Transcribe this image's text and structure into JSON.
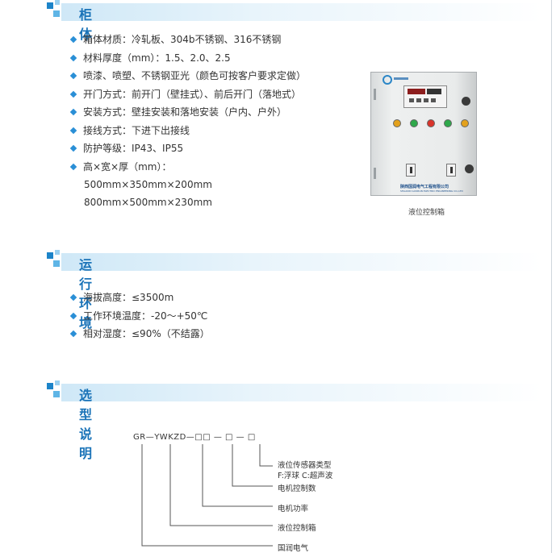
{
  "sections": {
    "cabinet": {
      "title": "柜 体",
      "items": [
        "箱体材质：冷轧板、304b不锈钢、316不锈钢",
        "材料厚度（mm）：1.5、2.0、2.5",
        "喷漆、喷塑、不锈钢亚光（颜色可按客户要求定做）",
        "开门方式：前开门（壁挂式）、前后开门（落地式）",
        "安装方式：壁挂安装和落地安装（户内、户外）",
        "接线方式：下进下出接线",
        "防护等级：IP43、IP55",
        "高×宽×厚（mm）："
      ],
      "dimensions": [
        "500mm×350mm×200mm",
        "800mm×500mm×230mm"
      ]
    },
    "environment": {
      "title": "运行环境",
      "items": [
        "海拔高度：≤3500m",
        "工作环境温度：-20～+50℃",
        "相对湿度：≤90%（不结露）"
      ]
    },
    "selection": {
      "title": "选型说明",
      "model_code": "GR—YWKZD—□□ — □ — □",
      "labels": {
        "sensor_type": "液位传感器类型",
        "sensor_options": "F:浮球    C:超声波",
        "motor_count": "电机控制数",
        "motor_power": "电机功率",
        "box": "液位控制箱",
        "brand": "国润电气"
      }
    }
  },
  "product_image": {
    "company_name": "陕西国润电气工程有限公司",
    "company_name_en": "SHAANXI GUORUN ELECTRIC ENGINEERING CO.,LTD",
    "caption": "液位控制箱",
    "lamp_colors": [
      "#e3a11c",
      "#2ea84a",
      "#d9342b",
      "#2ea84a",
      "#e3a11c"
    ]
  }
}
